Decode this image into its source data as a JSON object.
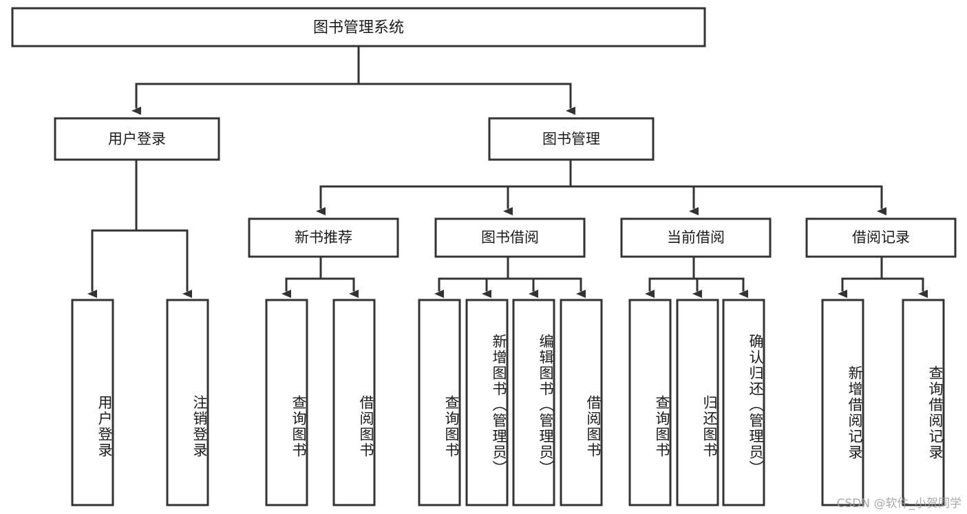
{
  "diagram": {
    "type": "tree-hierarchy",
    "title": "图书管理系统",
    "watermark": "CSDN @软件_小贺同学",
    "colors": {
      "stroke": "#333333",
      "fill": "#ffffff",
      "text": "#1a1a1a",
      "watermark": "#9a9a9a"
    },
    "root": {
      "label": "图书管理系统",
      "orientation": "horizontal"
    },
    "level1": [
      {
        "label": "用户登录",
        "orientation": "horizontal"
      },
      {
        "label": "图书管理",
        "orientation": "horizontal"
      }
    ],
    "level2": [
      {
        "label": "新书推荐",
        "orientation": "horizontal",
        "parent": "图书管理"
      },
      {
        "label": "图书借阅",
        "orientation": "horizontal",
        "parent": "图书管理"
      },
      {
        "label": "当前借阅",
        "orientation": "horizontal",
        "parent": "图书管理"
      },
      {
        "label": "借阅记录",
        "orientation": "horizontal",
        "parent": "图书管理"
      }
    ],
    "leaves": {
      "用户登录": [
        {
          "label": "用户登录",
          "orientation": "vertical"
        },
        {
          "label": "注销登录",
          "orientation": "vertical"
        }
      ],
      "新书推荐": [
        {
          "label": "查询图书",
          "orientation": "vertical"
        },
        {
          "label": "借阅图书",
          "orientation": "vertical"
        }
      ],
      "图书借阅": [
        {
          "label": "查询图书",
          "orientation": "vertical"
        },
        {
          "label": "新增图书（管理员）",
          "orientation": "vertical"
        },
        {
          "label": "编辑图书（管理员）",
          "orientation": "vertical"
        },
        {
          "label": "借阅图书",
          "orientation": "vertical"
        }
      ],
      "当前借阅": [
        {
          "label": "查询图书",
          "orientation": "vertical"
        },
        {
          "label": "归还图书",
          "orientation": "vertical"
        },
        {
          "label": "确认归还（管理员）",
          "orientation": "vertical"
        }
      ],
      "借阅记录": [
        {
          "label": "新增借阅记录",
          "orientation": "vertical"
        },
        {
          "label": "查询借阅记录",
          "orientation": "vertical"
        }
      ]
    }
  }
}
